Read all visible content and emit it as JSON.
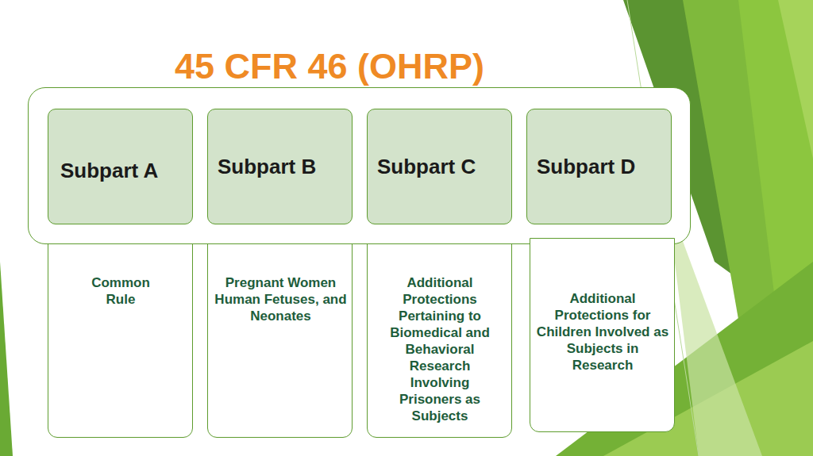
{
  "diagram": {
    "title": "45 CFR 46 (OHRP)",
    "nodes": [
      {
        "text": [
          "Subpart A"
        ]
      },
      {
        "text": [
          "Subpart B"
        ]
      },
      {
        "text": [
          "Subpart C"
        ]
      },
      {
        "text": [
          "Subpart D"
        ]
      },
      {
        "text": [
          "Common Rule"
        ]
      },
      {
        "text": [
          "Pregnant Women Human Fetuses, and Neonates"
        ]
      },
      {
        "text": [
          "Additional Protections Pertaining to Biomedical and Behavioral Research Involving Prisoners as Subjects"
        ]
      },
      {
        "text": [
          "Additional Protections for Children Involved as Subjects in Research"
        ]
      }
    ]
  }
}
